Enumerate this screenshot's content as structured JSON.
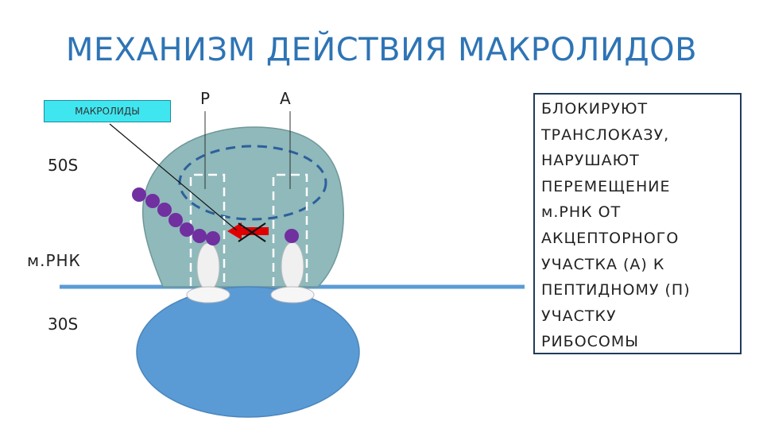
{
  "title": "МЕХАНИЗМ ДЕЙСТВИЯ МАКРОЛИДОВ",
  "labels": {
    "macrolides": "МАКРОЛИДЫ",
    "subunit_large": "50S",
    "mrna": "м.РНК",
    "subunit_small": "30S",
    "site_p": "Р",
    "site_a": "А"
  },
  "description_lines": [
    "БЛОКИРУЮТ",
    "ТРАНСЛОКАЗУ,",
    "НАРУШАЮТ",
    "ПЕРЕМЕЩЕНИЕ",
    "м.РНК ОТ",
    "АКЦЕПТОРНОГО",
    "УЧАСТКА (А) К",
    "ПЕПТИДНОМУ (П)",
    "УЧАСТКУ",
    "РИБОСОМЫ"
  ],
  "colors": {
    "title": "#2e74b5",
    "large_subunit": "#8fb9ba",
    "small_subunit": "#5b9bd5",
    "mrna_line": "#5b9bd5",
    "amino_acid": "#7030a0",
    "arrow": "#e00000",
    "macrolides_box": "#3fe6f0"
  }
}
